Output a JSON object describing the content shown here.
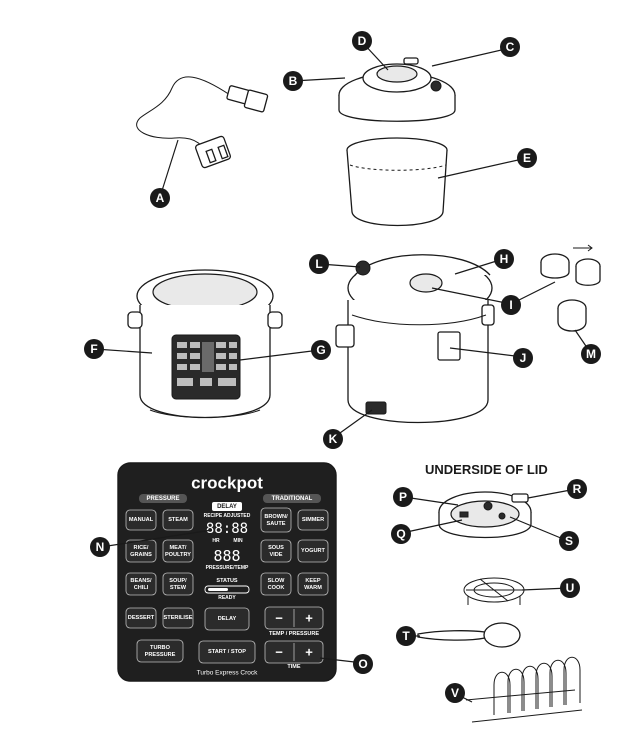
{
  "underside_heading": "UNDERSIDE OF LID",
  "callouts": [
    "A",
    "B",
    "C",
    "D",
    "E",
    "F",
    "G",
    "H",
    "I",
    "J",
    "K",
    "L",
    "M",
    "N",
    "O",
    "P",
    "Q",
    "R",
    "S",
    "T",
    "U",
    "V"
  ],
  "panel": {
    "brand": "crockpot",
    "model": "Turbo Express Crock",
    "pressure_header": "PRESSURE",
    "traditional_header": "TRADITIONAL",
    "delay_badge": "DELAY",
    "recipe_adjusted": "RECIPE ADJUSTED",
    "digits_top": "88:88",
    "hr": "HR",
    "min": "MIN",
    "digits_bottom": "888",
    "pressure_temp": "PRESSURE/TEMP",
    "status": "STATUS",
    "ready": "READY",
    "temp_pressure": "TEMP / PRESSURE",
    "time": "TIME",
    "minus": "−",
    "plus": "+",
    "buttons": {
      "manual": [
        "MANUAL"
      ],
      "steam": [
        "STEAM"
      ],
      "brown_saute": [
        "BROWN/",
        "SAUTE"
      ],
      "simmer": [
        "SIMMER"
      ],
      "rice_grains": [
        "RICE/",
        "GRAINS"
      ],
      "meat_poultry": [
        "MEAT/",
        "POULTRY"
      ],
      "sous_vide": [
        "SOUS",
        "VIDE"
      ],
      "yogurt": [
        "YOGURT"
      ],
      "beans_chili": [
        "BEANS/",
        "CHILI"
      ],
      "soup_stew": [
        "SOUP/",
        "STEW"
      ],
      "slow_cook": [
        "SLOW",
        "COOK"
      ],
      "keep_warm": [
        "KEEP",
        "WARM"
      ],
      "dessert": [
        "DESSERT"
      ],
      "sterilise": [
        "STERILISE"
      ],
      "delay": [
        "DELAY"
      ],
      "turbo_pressure": [
        "TURBO",
        "PRESSURE"
      ],
      "start_stop": [
        "START / STOP"
      ]
    }
  }
}
